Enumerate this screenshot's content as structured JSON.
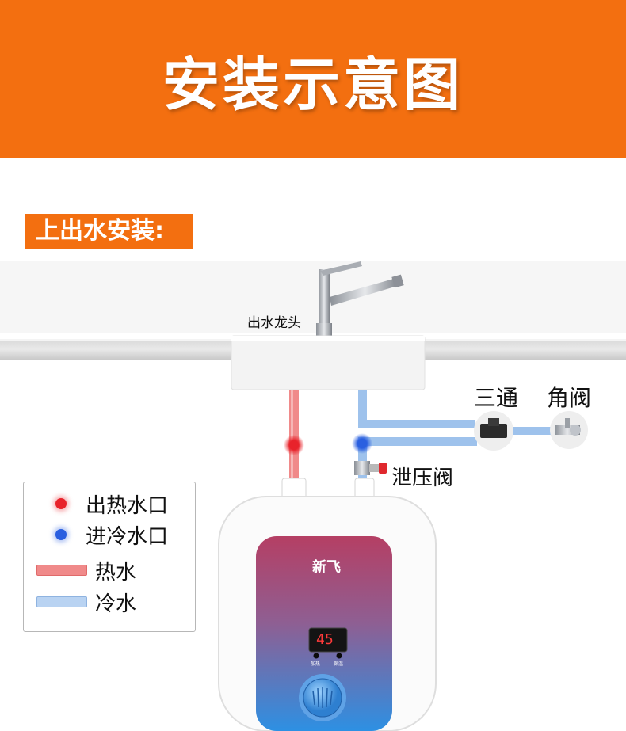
{
  "header": {
    "title": "安装示意图",
    "bg_color": "#f36f10"
  },
  "section": {
    "label": "上出水安装:"
  },
  "labels": {
    "faucet": "出水龙头",
    "tee": "三通",
    "angle_valve": "角阀",
    "relief_valve": "泄压阀"
  },
  "heater": {
    "brand": "新飞",
    "display": "45",
    "btn_left": "加热",
    "btn_right": "保温"
  },
  "legend": {
    "hot_outlet": "出热水口",
    "cold_inlet": "进冷水口",
    "hot_water": "热水",
    "cold_water": "冷水"
  },
  "colors": {
    "hot": "#f08a8a",
    "hot_dot": "#e8232b",
    "cold": "#9ec2ec",
    "cold_dot": "#2a5fe0",
    "accent": "#f36f10"
  }
}
